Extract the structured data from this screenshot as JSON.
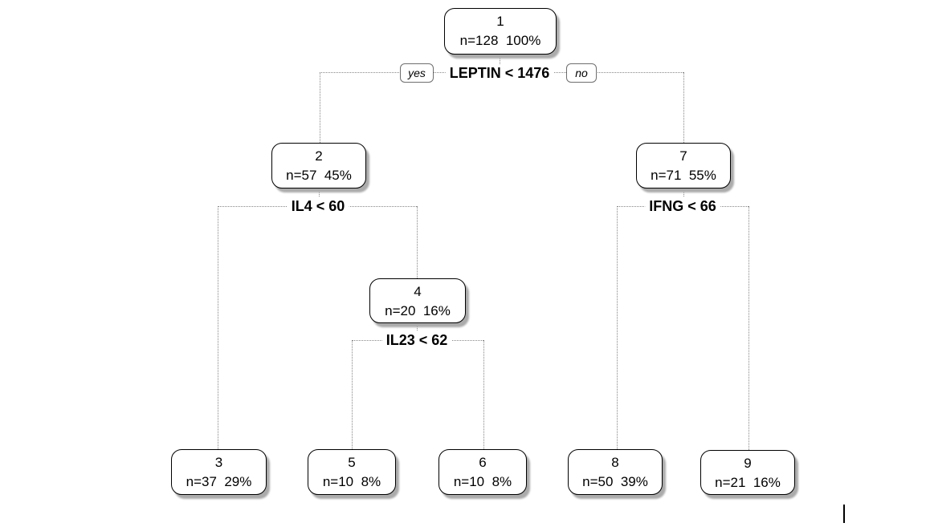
{
  "figure": {
    "type": "decision-tree",
    "background_color": "#ffffff",
    "node_fill_color": "#ffffff",
    "node_border_color": "#000000",
    "node_shadow_color": "#ababab",
    "branch_line_color": "#878787",
    "text_color": "#000000"
  },
  "tree": {
    "nodes": [
      {
        "id": "1",
        "stats": "n=128  100%"
      },
      {
        "id": "2",
        "stats": "n=57  45%"
      },
      {
        "id": "3",
        "stats": "n=37  29%"
      },
      {
        "id": "4",
        "stats": "n=20  16%"
      },
      {
        "id": "5",
        "stats": "n=10  8%"
      },
      {
        "id": "6",
        "stats": "n=10  8%"
      },
      {
        "id": "7",
        "stats": "n=71  55%"
      },
      {
        "id": "8",
        "stats": "n=50  39%"
      },
      {
        "id": "9",
        "stats": "n=21  16%"
      }
    ],
    "splits": [
      {
        "at_node": "1",
        "label": "LEPTIN < 1476",
        "left_child": "2",
        "right_child": "7"
      },
      {
        "at_node": "2",
        "label": "IL4 < 60",
        "left_child": "3",
        "right_child": "4"
      },
      {
        "at_node": "4",
        "label": "IL23 < 62",
        "left_child": "5",
        "right_child": "6"
      },
      {
        "at_node": "7",
        "label": "IFNG < 66",
        "left_child": "8",
        "right_child": "9"
      }
    ],
    "branch_labels": {
      "yes": "yes",
      "no": "no"
    }
  }
}
